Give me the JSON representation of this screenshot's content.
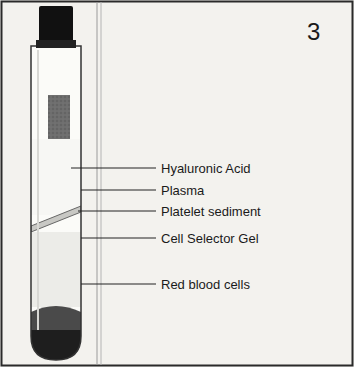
{
  "diagram": {
    "labels": [
      "3",
      "Hyaluronic Acid",
      "Plasma",
      "Platelet sediment",
      "Cell Selector Gel",
      "Red blood cells"
    ]
  }
}
